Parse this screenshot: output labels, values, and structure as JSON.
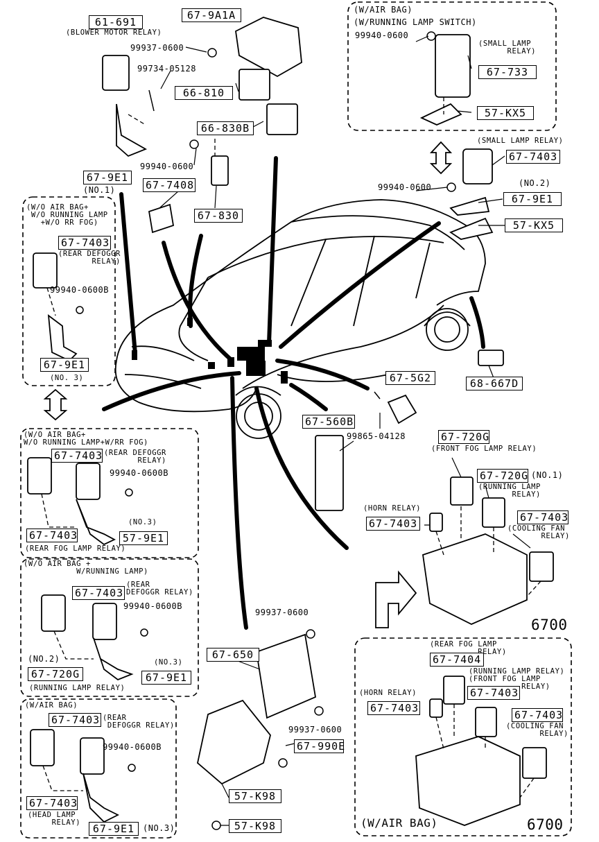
{
  "title": "",
  "parts": {
    "blower_box": "61-691",
    "blower_name": "(BLOWER MOTOR RELAY)",
    "p_9a1a": "67-9A1A",
    "bolt_top_a": "99937-0600",
    "screw_top": "99734-05128",
    "p_66810": "66-810",
    "p_66830b": "66-830B",
    "nut_a": "99940-0600",
    "p_7408": "67-7408",
    "p_830": "67-830",
    "p_9e1_no1": "67-9E1",
    "no1": "(NO.1)",
    "ab_title": "(W/AIR BAG)",
    "ab_sub": "(W/RUNNING LAMP SWITCH)",
    "ab_nut": "99940-0600",
    "small_lamp": "(SMALL LAMP\n      RELAY)",
    "p_733": "67-733",
    "p_kx5_top": "57-KX5",
    "small_lamp_relay": "(SMALL LAMP RELAY)",
    "p_7403_sl": "67-7403",
    "nut_mid": "99940-0600",
    "no2": "(NO.2)",
    "p_9e1_no2": "67-9E1",
    "p_kx5": "57-KX5",
    "left1_cond": "(W/O AIR BAG+\n W/O RUNNING LAMP\n   +W/O RR FOG)",
    "left1_box": "67-7403",
    "left1_name": "(REAR DEFOGGR\n       RELAY)",
    "left1_nut": "99940-0600B",
    "left1_9e1": "67-9E1",
    "left1_no3": "(NO. 3)",
    "p_668d": "68-667D",
    "p_5g2": "67-5G2",
    "p_560b": "67-560B",
    "screw_5g2": "99865-04128",
    "left2_cond": "(W/O AIR BAG+\nW/O RUNNING LAMP+W/RR FOG)",
    "left2_box1": "67-7403",
    "left2_name": "(REAR DEFOGGR\n       RELAY)",
    "left2_nut": "99940-0600B",
    "left2_no3": "(NO.3)",
    "left2_box2": "67-7403",
    "left2_9e1": "57-9E1",
    "left2_foot": "(REAR FOG LAMP RELAY)",
    "right_720g_a": "67-720G",
    "front_fog": "(FRONT FOG LAMP RELAY)",
    "right_720g_b": "67-720G",
    "no1b": "(NO.1)",
    "running_lamp": "(RUNNING LAMP\n       RELAY)",
    "horn": "(HORN RELAY)",
    "right_7403_horn": "67-7403",
    "right_7403_cool": "67-7403",
    "cooling": "(COOLING FAN\n       RELAY)",
    "p_6700a": "6700",
    "left3_cond": "(W/O AIR BAG +\n           W/RUNNING LAMP)",
    "left3_box": "67-7403",
    "left3_name": "(REAR\nDEFOGGR RELAY)",
    "left3_nut": "99940-0600B",
    "left3_no2": "(NO.2)",
    "left3_720g": "67-720G",
    "left3_no3": "(NO.3)",
    "left3_9e1": "67-9E1",
    "left3_foot": "(RUNNING LAMP RELAY)",
    "bolt_mid": "99937-0600",
    "p_650": "67-650",
    "bolt_low": "99937-0600",
    "p_990e": "67-990E",
    "p_k98a": "57-K98",
    "p_k98b": "57-K98",
    "left4_cond": "(W/AIR BAG)",
    "left4_box": "67-7403",
    "left4_name": "(REAR\n DEFOGGR RELAY)",
    "left4_nut": "99940-0600B",
    "left4_box2": "67-7403",
    "left4_head": "(HEAD LAMP\n     RELAY)",
    "left4_9e1": "67-9E1",
    "left4_no3": "(NO.3)",
    "rb_rearfog": "(REAR FOG LAMP\n          RELAY)",
    "rb_7404": "67-7404",
    "rb_running": "(RUNNING LAMP RELAY)\n(FRONT FOG LAMP\n           RELAY)",
    "rb_horn": "(HORN RELAY)",
    "rb_7403_horn": "67-7403",
    "rb_7403_ff": "67-7403",
    "rb_7403_cool": "67-7403",
    "rb_cooling": "(COOLING FAN\n       RELAY)",
    "rb_foot": "(W/AIR BAG)",
    "p_6700b": "6700"
  }
}
